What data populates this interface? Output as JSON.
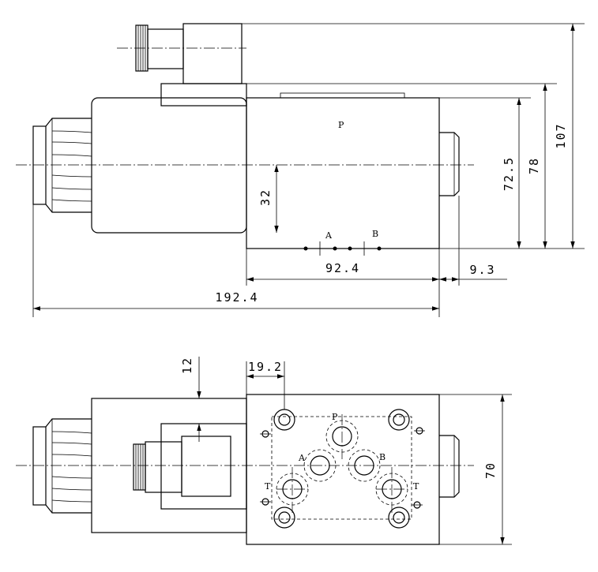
{
  "side_view": {
    "dimensions": {
      "d107": "107",
      "d78": "78",
      "d72_5": "72.5",
      "d32": "32",
      "d92_4": "92.4",
      "d9_3": "9.3",
      "d192_4": "192.4"
    },
    "ports": {
      "p": "P",
      "a": "A",
      "b": "B"
    }
  },
  "bottom_view": {
    "dimensions": {
      "d12": "12",
      "d19_2": "19.2",
      "d70": "70"
    },
    "ports": {
      "p": "P",
      "a": "A",
      "b": "B",
      "t_left": "T",
      "t_right": "T"
    }
  },
  "colors": {
    "line": "#000000",
    "background": "#ffffff"
  }
}
